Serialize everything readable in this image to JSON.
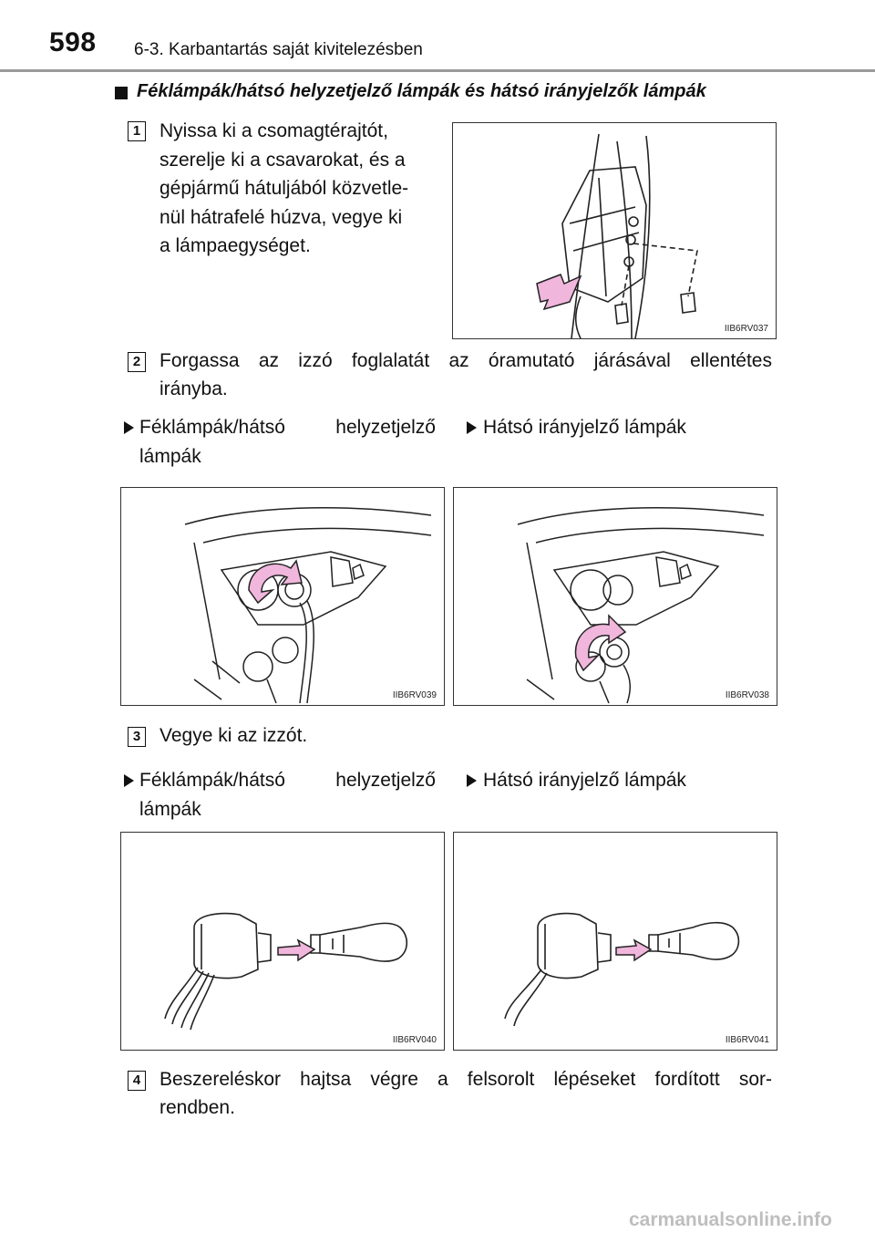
{
  "header": {
    "page_number": "598",
    "title": "6-3. Karbantartás saját kivitelezésben"
  },
  "section": {
    "heading": "Féklámpák/hátsó helyzetjelző lámpák és hátsó irányjelzők lámpák"
  },
  "steps": [
    {
      "number": "1",
      "lines": [
        "Nyissa ki a csomagtérajtót,",
        "szerelje ki a csavarokat, és a",
        "gépjármű hátuljából közvetle-",
        "nül hátrafelé húzva, vegye ki",
        "a lámpaegységet."
      ],
      "figure_code": "IIB6RV037"
    },
    {
      "number": "2",
      "lines": [
        "Forgassa az izzó foglalatát az óramutató járásával ellentétes",
        "irányba."
      ],
      "left_label_lines": [
        "Féklámpák/hátsó helyzetjelző",
        "lámpák"
      ],
      "right_label": "Hátsó irányjelző lámpák",
      "left_figure_code": "IIB6RV039",
      "right_figure_code": "IIB6RV038"
    },
    {
      "number": "3",
      "lines": [
        "Vegye ki az izzót."
      ],
      "left_label_lines": [
        "Féklámpák/hátsó helyzetjelző",
        "lámpák"
      ],
      "right_label": "Hátsó irányjelző lámpák",
      "left_figure_code": "IIB6RV040",
      "right_figure_code": "IIB6RV041"
    },
    {
      "number": "4",
      "lines": [
        "Beszereléskor hajtsa végre a felsorolt lépéseket fordított sor-",
        "rendben."
      ]
    }
  ],
  "watermark": "carmanualsonline.info",
  "colors": {
    "arrow_fill": "#f0b6dc",
    "rule": "#9a9a9a"
  }
}
